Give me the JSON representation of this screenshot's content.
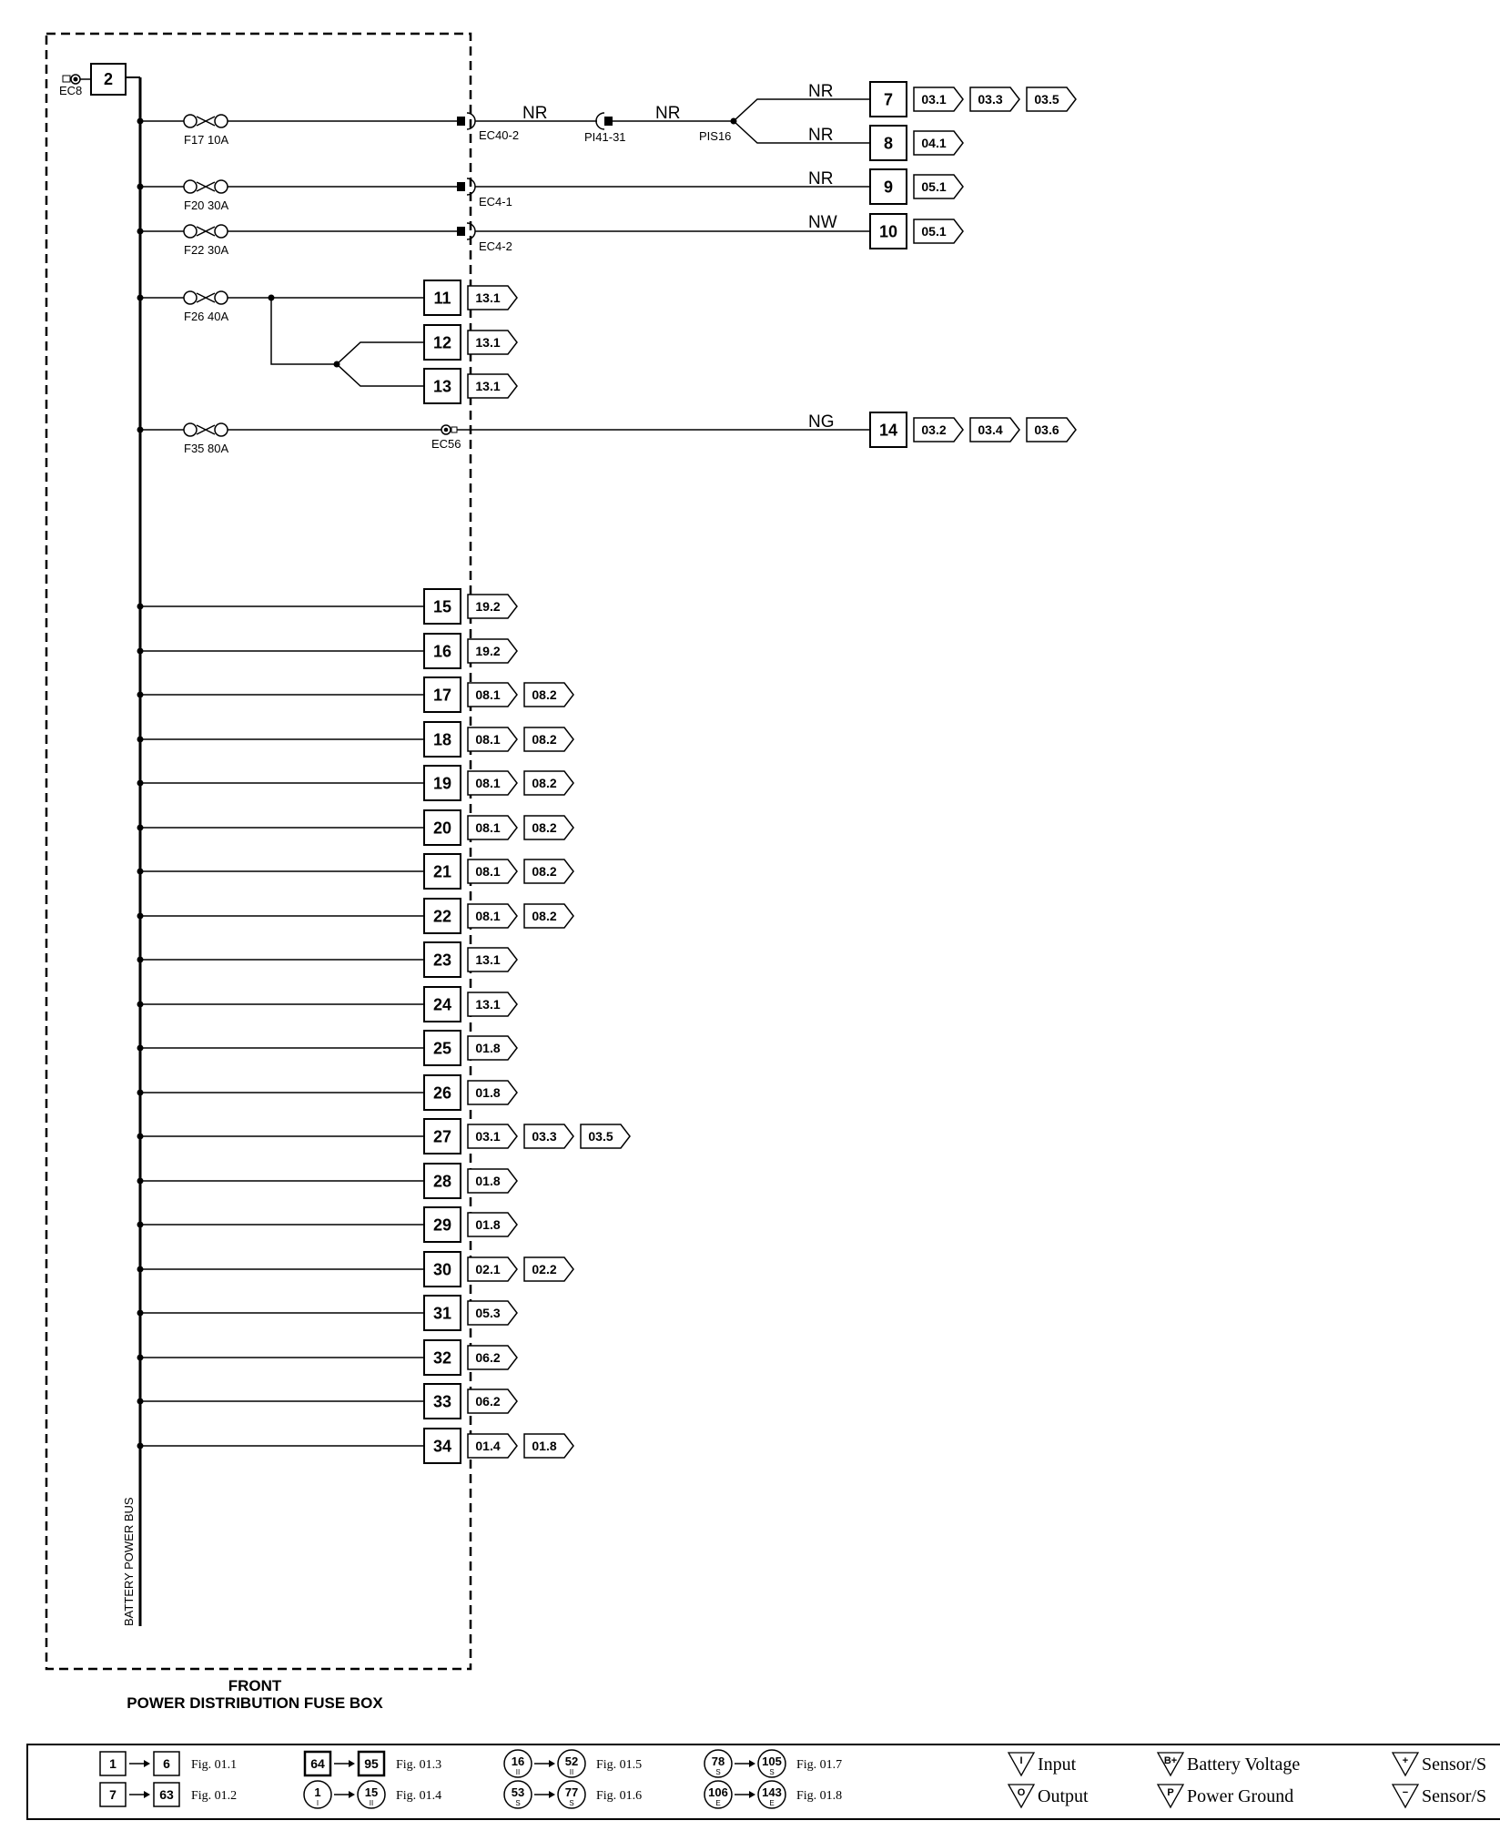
{
  "source_connector": {
    "number": "2",
    "connector": "EC8"
  },
  "bus_label": "BATTERY POWER BUS",
  "box_title": [
    "FRONT",
    "POWER DISTRIBUTION FUSE BOX"
  ],
  "fuses": [
    {
      "id": "f17",
      "label": "F17 10A"
    },
    {
      "id": "f20",
      "label": "F20 30A"
    },
    {
      "id": "f22",
      "label": "F22 30A"
    },
    {
      "id": "f26",
      "label": "F26 40A"
    },
    {
      "id": "f35",
      "label": "F35 80A"
    }
  ],
  "connectors": [
    {
      "id": "ec40",
      "label": "EC40-2"
    },
    {
      "id": "ec41",
      "label": "EC4-1"
    },
    {
      "id": "ec42",
      "label": "EC4-2"
    },
    {
      "id": "pi41",
      "label": "PI41-31"
    },
    {
      "id": "pis16",
      "label": "PIS16"
    },
    {
      "id": "ec56",
      "label": "EC56"
    }
  ],
  "wire_colors": [
    {
      "id": "w1",
      "label": "NR"
    },
    {
      "id": "w2",
      "label": "NR"
    },
    {
      "id": "w7",
      "label": "NR"
    },
    {
      "id": "w8",
      "label": "NR"
    },
    {
      "id": "w9",
      "label": "NR"
    },
    {
      "id": "w10",
      "label": "NW"
    },
    {
      "id": "w14",
      "label": "NG"
    }
  ],
  "outputs": [
    {
      "number": "7",
      "refs": [
        "03.1",
        "03.3",
        "03.5"
      ]
    },
    {
      "number": "8",
      "refs": [
        "04.1"
      ]
    },
    {
      "number": "9",
      "refs": [
        "05.1"
      ]
    },
    {
      "number": "10",
      "refs": [
        "05.1"
      ]
    },
    {
      "number": "11",
      "refs": [
        "13.1"
      ]
    },
    {
      "number": "12",
      "refs": [
        "13.1"
      ]
    },
    {
      "number": "13",
      "refs": [
        "13.1"
      ]
    },
    {
      "number": "14",
      "refs": [
        "03.2",
        "03.4",
        "03.6"
      ]
    },
    {
      "number": "15",
      "refs": [
        "19.2"
      ]
    },
    {
      "number": "16",
      "refs": [
        "19.2"
      ]
    },
    {
      "number": "17",
      "refs": [
        "08.1",
        "08.2"
      ]
    },
    {
      "number": "18",
      "refs": [
        "08.1",
        "08.2"
      ]
    },
    {
      "number": "19",
      "refs": [
        "08.1",
        "08.2"
      ]
    },
    {
      "number": "20",
      "refs": [
        "08.1",
        "08.2"
      ]
    },
    {
      "number": "21",
      "refs": [
        "08.1",
        "08.2"
      ]
    },
    {
      "number": "22",
      "refs": [
        "08.1",
        "08.2"
      ]
    },
    {
      "number": "23",
      "refs": [
        "13.1"
      ]
    },
    {
      "number": "24",
      "refs": [
        "13.1"
      ]
    },
    {
      "number": "25",
      "refs": [
        "01.8"
      ]
    },
    {
      "number": "26",
      "refs": [
        "01.8"
      ]
    },
    {
      "number": "27",
      "refs": [
        "03.1",
        "03.3",
        "03.5"
      ]
    },
    {
      "number": "28",
      "refs": [
        "01.8"
      ]
    },
    {
      "number": "29",
      "refs": [
        "01.8"
      ]
    },
    {
      "number": "30",
      "refs": [
        "02.1",
        "02.2"
      ]
    },
    {
      "number": "31",
      "refs": [
        "05.3"
      ]
    },
    {
      "number": "32",
      "refs": [
        "06.2"
      ]
    },
    {
      "number": "33",
      "refs": [
        "06.2"
      ]
    },
    {
      "number": "34",
      "refs": [
        "01.4",
        "01.8"
      ]
    }
  ],
  "legend": {
    "figures": [
      {
        "from": "1",
        "to": "6",
        "from_sub": "",
        "to_sub": "",
        "style": "square",
        "fig": "Fig. 01.1"
      },
      {
        "from": "7",
        "to": "63",
        "from_sub": "",
        "to_sub": "",
        "style": "square",
        "fig": "Fig. 01.2"
      },
      {
        "from": "64",
        "to": "95",
        "from_sub": "",
        "to_sub": "",
        "style": "square-bold",
        "fig": "Fig. 01.3"
      },
      {
        "from": "1",
        "to": "15",
        "from_sub": "I",
        "to_sub": "II",
        "style": "circle",
        "fig": "Fig. 01.4"
      },
      {
        "from": "16",
        "to": "52",
        "from_sub": "II",
        "to_sub": "II",
        "style": "circle",
        "fig": "Fig. 01.5"
      },
      {
        "from": "53",
        "to": "77",
        "from_sub": "S",
        "to_sub": "S",
        "style": "circle",
        "fig": "Fig. 01.6"
      },
      {
        "from": "78",
        "to": "105",
        "from_sub": "S",
        "to_sub": "S",
        "style": "circle",
        "fig": "Fig. 01.7"
      },
      {
        "from": "106",
        "to": "143",
        "from_sub": "E",
        "to_sub": "E",
        "style": "circle",
        "fig": "Fig. 01.8"
      }
    ],
    "symbols": [
      {
        "mark": "I",
        "label": "Input"
      },
      {
        "mark": "O",
        "label": "Output"
      },
      {
        "mark": "B+",
        "label": "Battery Voltage"
      },
      {
        "mark": "P",
        "label": "Power Ground"
      },
      {
        "mark": "+",
        "label": "Sensor/S"
      },
      {
        "mark": "−",
        "label": "Sensor/S"
      }
    ]
  }
}
